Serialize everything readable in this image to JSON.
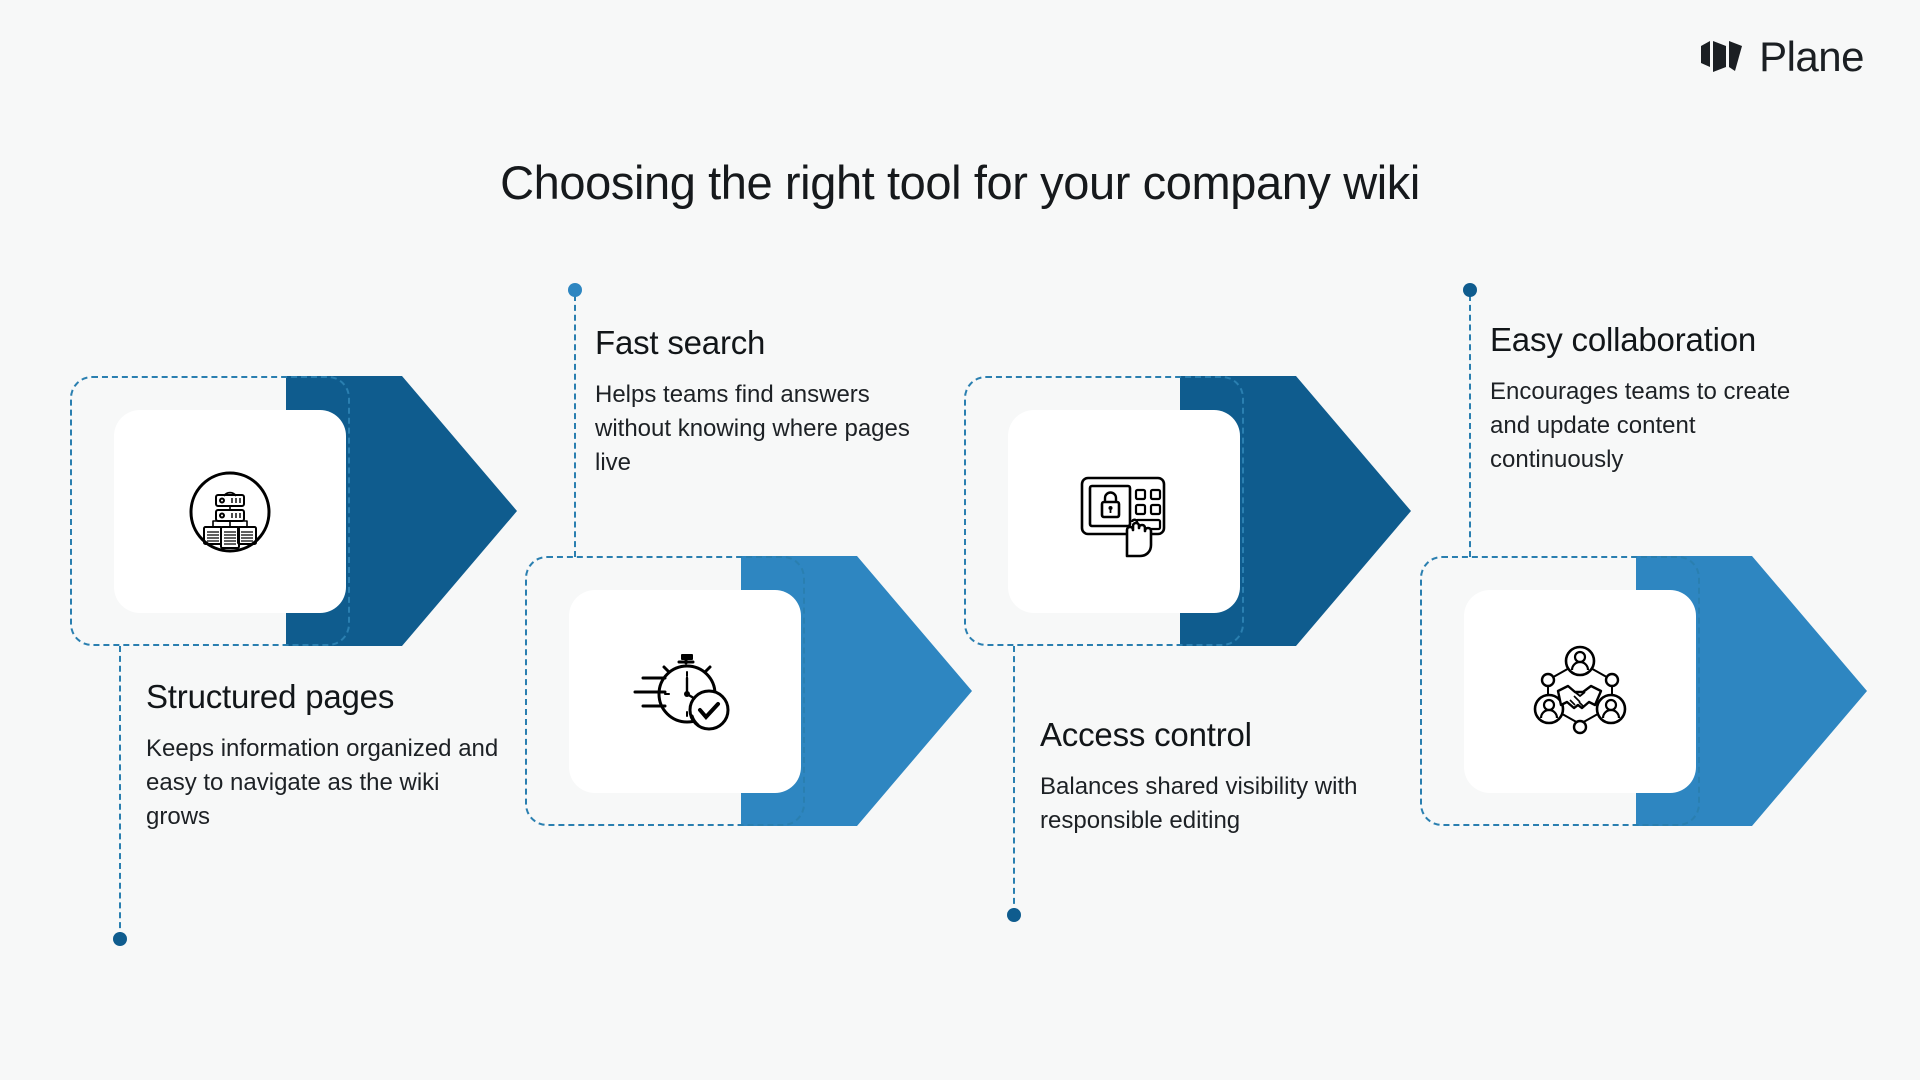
{
  "brand": {
    "name": "Plane",
    "logo_icon": "plane-logo-icon"
  },
  "header": {
    "title": "Choosing the right tool for your company wiki"
  },
  "colors": {
    "background": "#f7f8f8",
    "arrow_dark": "#0f5c8e",
    "arrow_light": "#2e86c1",
    "dashed_outline": "#2a7fb0",
    "card": "#ffffff",
    "text": "#121619"
  },
  "chart_data": {
    "type": "diagram",
    "title": "Choosing the right tool for your company wiki",
    "layout": "horizontal arrow / chevron process flow, 4 steps alternating high and low",
    "steps": [
      {
        "index": 1,
        "title": "Structured pages",
        "description": "Keeps information organized and easy to navigate as the wiki grows",
        "icon": "sitemap-hierarchy-icon",
        "arrow_color": "#0f5c8e",
        "position": "upper",
        "label_position": "below"
      },
      {
        "index": 2,
        "title": "Fast search",
        "description": "Helps teams find answers without knowing where pages live",
        "icon": "stopwatch-check-icon",
        "arrow_color": "#2e86c1",
        "position": "lower",
        "label_position": "above"
      },
      {
        "index": 3,
        "title": "Access control",
        "description": "Balances shared visibility with responsible editing",
        "icon": "keypad-lock-hand-icon",
        "arrow_color": "#0f5c8e",
        "position": "upper",
        "label_position": "below"
      },
      {
        "index": 4,
        "title": "Easy collaboration",
        "description": "Encourages teams to create and update content continuously",
        "icon": "network-handshake-icon",
        "arrow_color": "#2e86c1",
        "position": "lower",
        "label_position": "above"
      }
    ]
  }
}
